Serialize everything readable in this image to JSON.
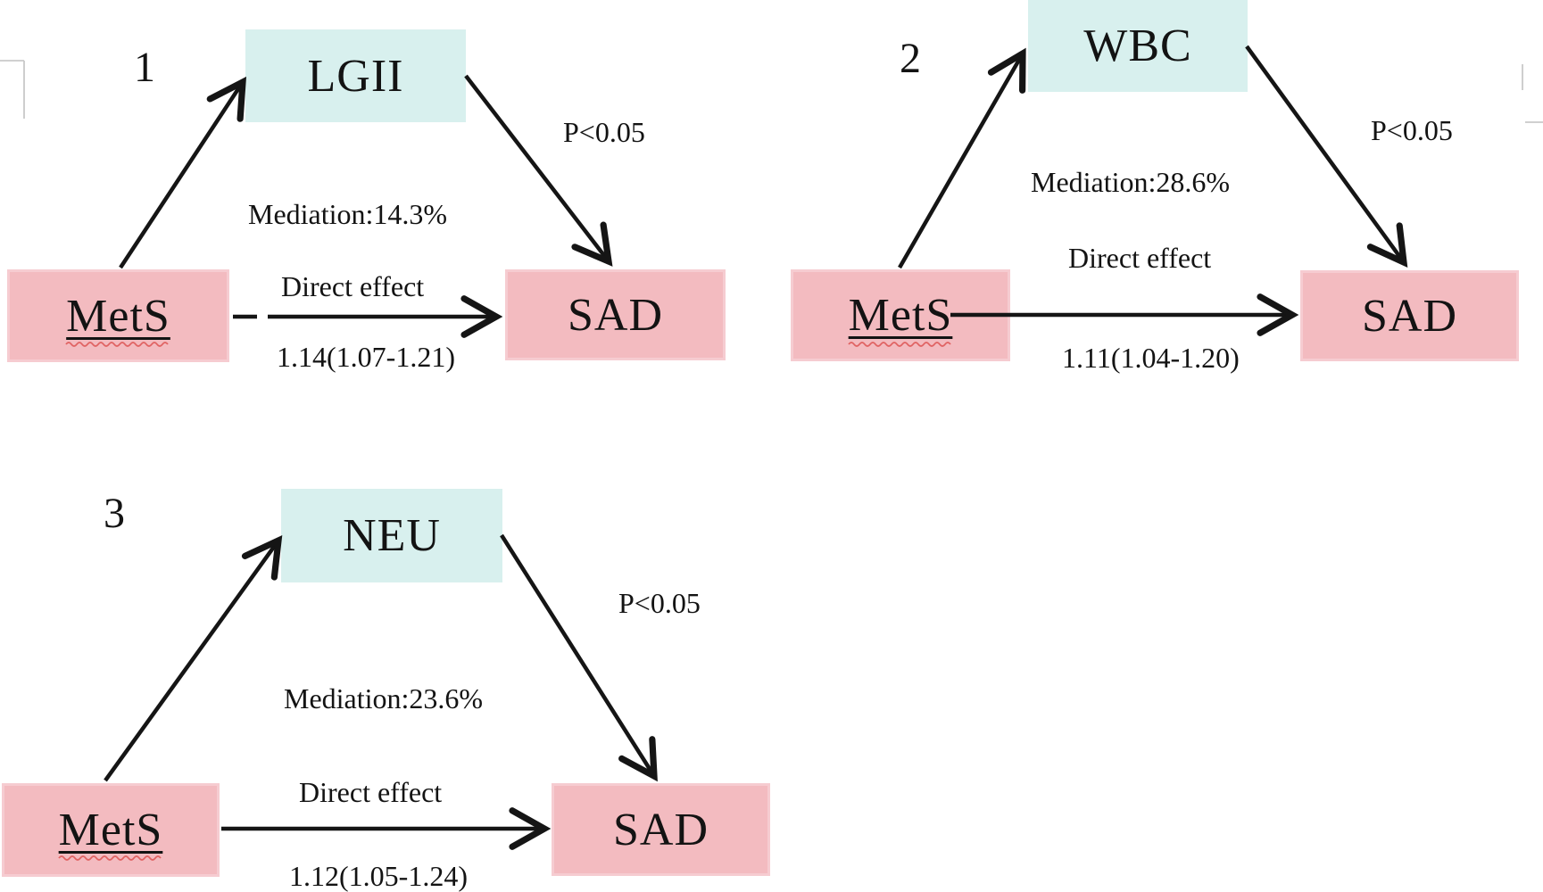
{
  "figure": {
    "description": "Three mediation path diagrams of MetS on SAD",
    "colors": {
      "mediator_fill": "#d8f0ee",
      "node_fill": "#f3bbc0",
      "arrow": "#151515",
      "spellcheck_squiggle": "#e06363"
    },
    "diagrams": [
      {
        "number": "1",
        "mediator": "LGII",
        "exposure": "MetS",
        "outcome": "SAD",
        "p_value_label": "P<0.05",
        "mediation_label": "Mediation:14.3%",
        "direct_effect_label": "Direct effect",
        "direct_effect_estimate": "1.14(1.07-1.21)"
      },
      {
        "number": "2",
        "mediator": "WBC",
        "exposure": "MetS",
        "outcome": "SAD",
        "p_value_label": "P<0.05",
        "mediation_label": "Mediation:28.6%",
        "direct_effect_label": "Direct effect",
        "direct_effect_estimate": "1.11(1.04-1.20)"
      },
      {
        "number": "3",
        "mediator": "NEU",
        "exposure": "MetS",
        "outcome": "SAD",
        "p_value_label": "P<0.05",
        "mediation_label": "Mediation:23.6%",
        "direct_effect_label": "Direct effect",
        "direct_effect_estimate": "1.12(1.05-1.24)"
      }
    ]
  }
}
